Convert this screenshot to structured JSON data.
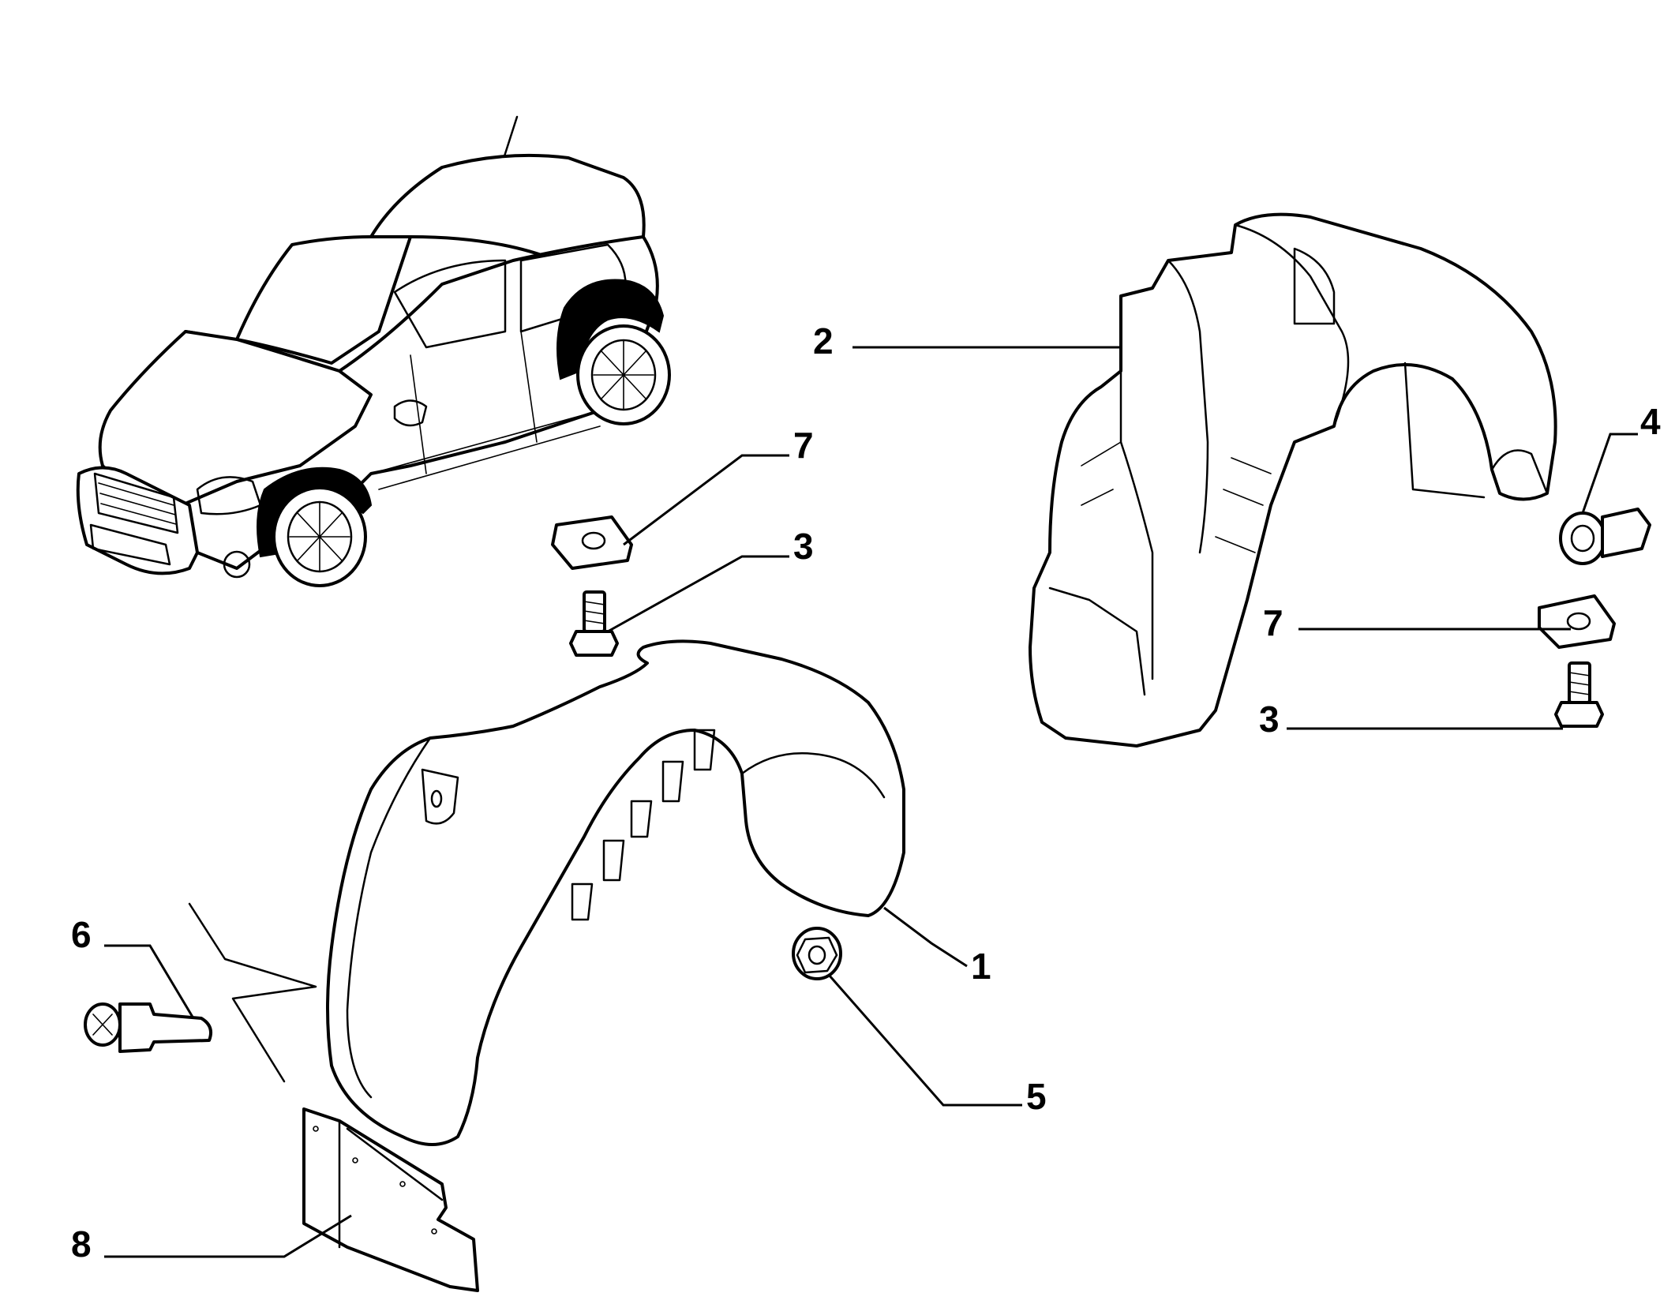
{
  "callouts": [
    {
      "id": "1",
      "label": "1"
    },
    {
      "id": "2",
      "label": "2"
    },
    {
      "id": "3a",
      "label": "3"
    },
    {
      "id": "3b",
      "label": "3"
    },
    {
      "id": "4",
      "label": "4"
    },
    {
      "id": "5",
      "label": "5"
    },
    {
      "id": "6",
      "label": "6"
    },
    {
      "id": "7a",
      "label": "7"
    },
    {
      "id": "7b",
      "label": "7"
    },
    {
      "id": "8",
      "label": "8"
    }
  ],
  "colors": {
    "line": "#000000",
    "background": "#ffffff",
    "liner_highlight": "#000000"
  }
}
